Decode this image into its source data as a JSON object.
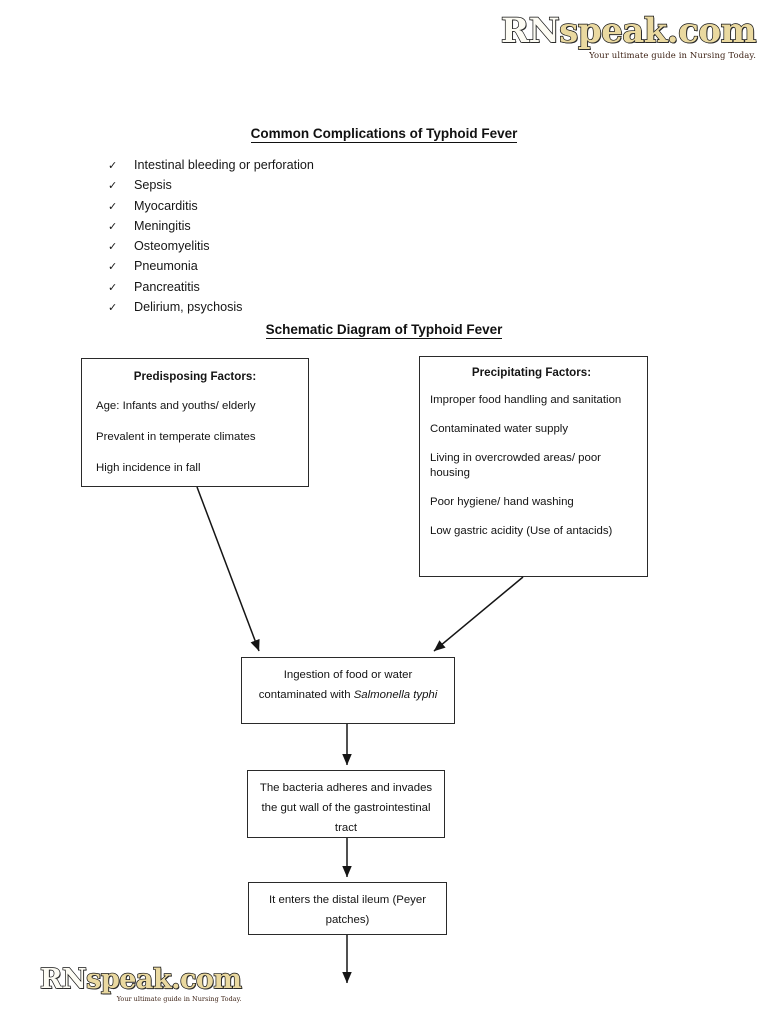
{
  "brand": {
    "name_part1": "RN",
    "name_part2": "speak.com",
    "tagline": "Your ultimate guide in Nursing Today."
  },
  "headings": {
    "complications": "Common Complications of Typhoid Fever",
    "schematic": "Schematic Diagram of Typhoid Fever"
  },
  "complications": {
    "bullet_glyph": "✓",
    "items": [
      "Intestinal bleeding or perforation",
      "Sepsis",
      "Myocarditis",
      "Meningitis",
      "Osteomyelitis",
      "Pneumonia",
      "Pancreatitis",
      "Delirium, psychosis"
    ]
  },
  "flowchart": {
    "predisposing": {
      "title": "Predisposing Factors:",
      "lines": [
        "Age:  Infants and youths/ elderly",
        "Prevalent in temperate climates",
        "High incidence in fall"
      ]
    },
    "precipitating": {
      "title": "Precipitating Factors:",
      "lines": [
        "Improper food handling and sanitation",
        "Contaminated water supply",
        "Living in overcrowded areas/ poor housing",
        "Poor hygiene/ hand washing",
        "Low gastric acidity (Use of antacids)"
      ]
    },
    "ingestion": {
      "text_before": "Ingestion of food or water contaminated with ",
      "text_italic": "Salmonella typhi",
      "text_after": ""
    },
    "adheres": {
      "text": "The bacteria adheres and invades the gut wall of the gastrointestinal tract"
    },
    "ileum": {
      "text": "It enters the distal ileum (Peyer patches)"
    }
  },
  "colors": {
    "ink": "#141414",
    "box_border": "#2a2a2a",
    "logo_cream": "#ead9a0",
    "logo_white": "#fdfcf4",
    "page_background": "#ffffff"
  }
}
